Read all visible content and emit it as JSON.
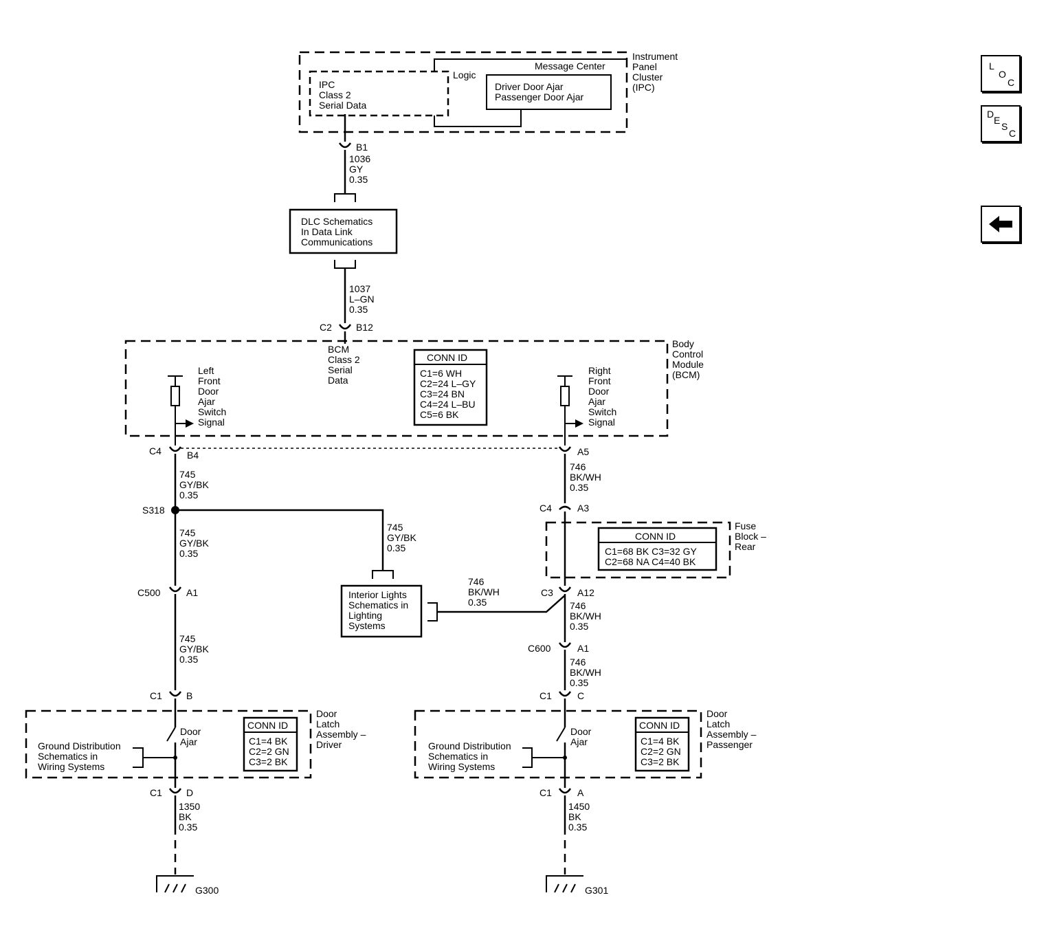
{
  "ipc": {
    "title": [
      "Instrument",
      "Panel",
      "Cluster",
      "(IPC)"
    ],
    "class2": [
      "IPC",
      "Class 2",
      "Serial Data"
    ],
    "logic": "Logic",
    "message_center": "Message Center",
    "messages": [
      "Driver Door Ajar",
      "Passenger Door Ajar"
    ]
  },
  "dlc": {
    "lines": [
      "DLC Schematics",
      "In Data Link",
      "Communications"
    ]
  },
  "bcm": {
    "title": [
      "Body",
      "Control",
      "Module",
      "(BCM)"
    ],
    "class2": [
      "BCM",
      "Class 2",
      "Serial",
      "Data"
    ],
    "conn_id_title": "CONN ID",
    "conn_id": [
      "C1=6 WH",
      "C2=24 L–GY",
      "C3=24 BN",
      "C4=24 L–BU",
      "C5=6 BK"
    ],
    "left_signal": [
      "Left",
      "Front",
      "Door",
      "Ajar",
      "Switch",
      "Signal"
    ],
    "right_signal": [
      "Right",
      "Front",
      "Door",
      "Ajar",
      "Switch",
      "Signal"
    ]
  },
  "fuse_block": {
    "title": [
      "Fuse",
      "Block –",
      "Rear"
    ],
    "conn_id_title": "CONN ID",
    "conn_id": [
      "C1=68 BK  C3=32 GY",
      "C2=68 NA  C4=40 BK"
    ]
  },
  "interior": {
    "lines": [
      "Interior Lights",
      "Schematics in",
      "Lighting",
      " Systems"
    ]
  },
  "latch_driver": {
    "title": [
      "Door",
      "Latch",
      "Assembly –",
      "Driver"
    ],
    "switch_label": [
      "Door",
      "Ajar"
    ],
    "ground": [
      "Ground Distribution",
      "Schematics in",
      "Wiring Systems"
    ],
    "conn_id_title": "CONN ID",
    "conn_id": [
      "C1=4 BK",
      "C2=2 GN",
      "C3=2 BK"
    ]
  },
  "latch_pass": {
    "title": [
      "Door",
      "Latch",
      "Assembly –",
      "Passenger"
    ],
    "switch_label": [
      "Door",
      "Ajar"
    ],
    "ground": [
      "Ground Distribution",
      "Schematics in",
      "Wiring Systems"
    ],
    "conn_id_title": "CONN ID",
    "conn_id": [
      "C1=4 BK",
      "C2=2 GN",
      "C3=2 BK"
    ]
  },
  "wires": {
    "w1036": [
      "1036",
      "GY",
      "0.35"
    ],
    "w1037": [
      "1037",
      "L–GN",
      "0.35"
    ],
    "w745a": [
      "745",
      "GY/BK",
      "0.35"
    ],
    "w745b": [
      "745",
      "GY/BK",
      "0.35"
    ],
    "w745c": [
      "745",
      "GY/BK",
      "0.35"
    ],
    "w745d": [
      "745",
      "GY/BK",
      "0.35"
    ],
    "w746a": [
      "746",
      "BK/WH",
      "0.35"
    ],
    "w746b": [
      "746",
      "BK/WH",
      "0.35"
    ],
    "w746c": [
      "746",
      "BK/WH",
      "0.35"
    ],
    "w746d": [
      "746",
      "BK/WH",
      "0.35"
    ],
    "w1350": [
      "1350",
      "BK",
      "0.35"
    ],
    "w1450": [
      "1450",
      "BK",
      "0.35"
    ]
  },
  "connectors": {
    "ipc_b1": "B1",
    "bcm_c2": "C2",
    "bcm_b12": "B12",
    "bcm_c4": "C4",
    "bcm_b4": "B4",
    "bcm_a5": "A5",
    "s318": "S318",
    "c500": "C500",
    "c500_a1": "A1",
    "fuse_c4": "C4",
    "fuse_a3": "A3",
    "fuse_c3": "C3",
    "fuse_a12": "A12",
    "c600": "C600",
    "c600_a1": "A1",
    "drv_c1_top": "C1",
    "drv_b": "B",
    "drv_c1_bot": "C1",
    "drv_d": "D",
    "pas_c1_top": "C1",
    "pas_c": "C",
    "pas_c1_bot": "C1",
    "pas_a": "A"
  },
  "grounds": {
    "g300": "G300",
    "g301": "G301"
  },
  "nav": {
    "loc": [
      "L",
      "O",
      "C"
    ],
    "desc": [
      "D",
      "E",
      "S",
      "C"
    ],
    "back_icon": "left-arrow-icon"
  }
}
